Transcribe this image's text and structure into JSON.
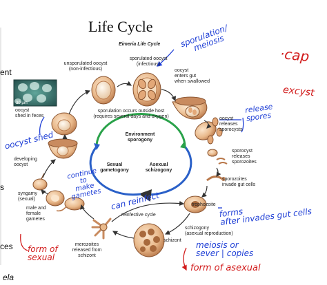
{
  "title": "Life Cycle",
  "subtitle": "Eimeria Life Cycle",
  "left_edge": {
    "ent": "ent",
    "s": "s",
    "ces": "ces",
    "hw_bottom": "ela"
  },
  "stages": {
    "unsporulated": [
      "unsporulated oocyst",
      "(non-infectious)"
    ],
    "sporulated": [
      "sporulated oocyst",
      "(infectious)"
    ],
    "enters_gut": [
      "oocyst",
      "enters gut",
      "when swallowed"
    ],
    "micro_scale": "30 µm",
    "shed": [
      "oocyst",
      "shed in feces"
    ],
    "sporulation": [
      "sporulation occurs outside host",
      "(requires several days and oxygen)"
    ],
    "oocyst_releases": [
      "oocyst",
      "releases",
      "sporocysts"
    ],
    "sporocyst_releases": [
      "sporocyst",
      "releases",
      "sporozoites"
    ],
    "sporozoites": [
      "sporozoites",
      "invade gut cells"
    ],
    "developing": [
      "developing",
      "oocyst"
    ],
    "syngamy": [
      "syngamy",
      "(sexual)"
    ],
    "gametes": [
      "male and",
      "female",
      "gametes"
    ],
    "merozoites": [
      "merozoites",
      "released from",
      "schizont"
    ],
    "reinfective": "reinfective cycle",
    "trophozoite": "trophozoite",
    "schizogony": [
      "schizogony",
      "(asexual reproduction)"
    ],
    "schizont": "schizont"
  },
  "center": {
    "environment": [
      "Environment",
      "sporogony"
    ],
    "sexual": [
      "Sexual",
      "gametogony"
    ],
    "asexual": [
      "Asexual",
      "schizogony"
    ]
  },
  "annotations_blue": {
    "sporulation_meiosis": [
      "sporulation/",
      "meiosis"
    ],
    "release_spores": [
      "release",
      "spores"
    ],
    "oocyst_shed": "oocyst shed",
    "continue_make": [
      "continue",
      "to",
      "make",
      "gametes"
    ],
    "can_reinfect": "can reinfect",
    "forms_after": [
      "forms",
      "after invades gut cells"
    ],
    "meiosis_sever": [
      "meiosis or",
      "sever | copies"
    ]
  },
  "annotations_red": {
    "top_right": "·cap",
    "excyst": "excyst",
    "form_sexual": [
      "form of",
      "sexual"
    ],
    "form_asexual": "form of asexual"
  },
  "colors": {
    "cycle_green": "#2aa24a",
    "cycle_blue": "#2a60c8",
    "ink_blue": "#1f3fd6",
    "ink_red": "#d21c1c",
    "cell_tan": "#e7b98c"
  }
}
